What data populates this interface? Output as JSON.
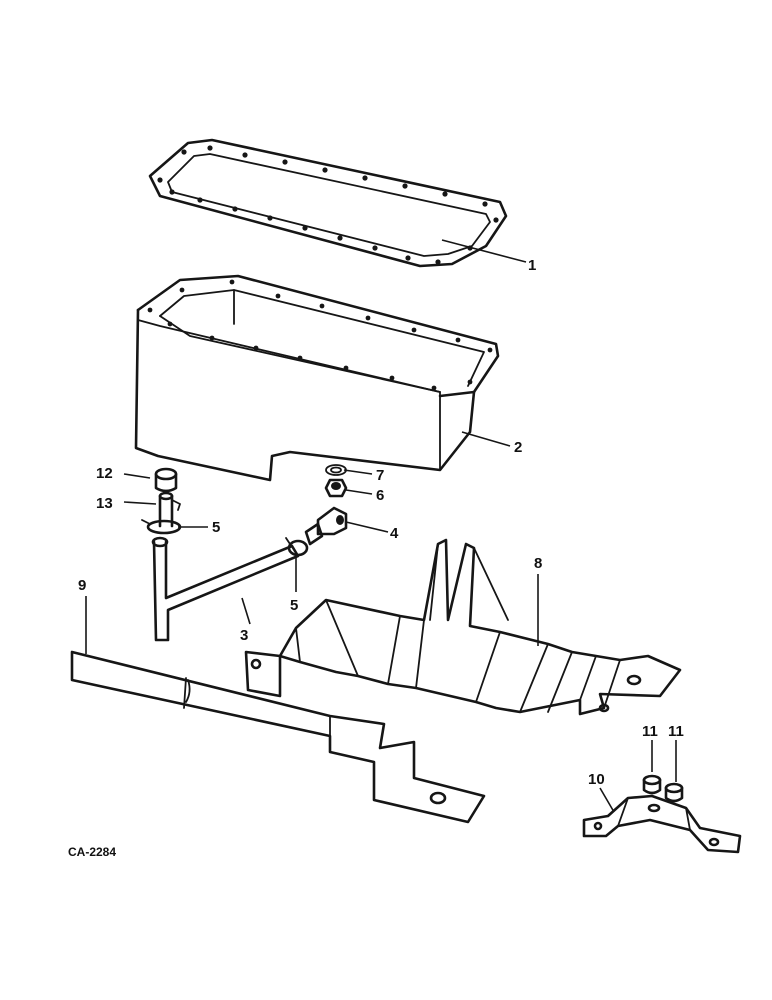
{
  "figure_code": "CA-2284",
  "callouts": [
    "1",
    "2",
    "3",
    "4",
    "5",
    "5",
    "6",
    "7",
    "8",
    "9",
    "10",
    "11",
    "11",
    "12",
    "13"
  ]
}
